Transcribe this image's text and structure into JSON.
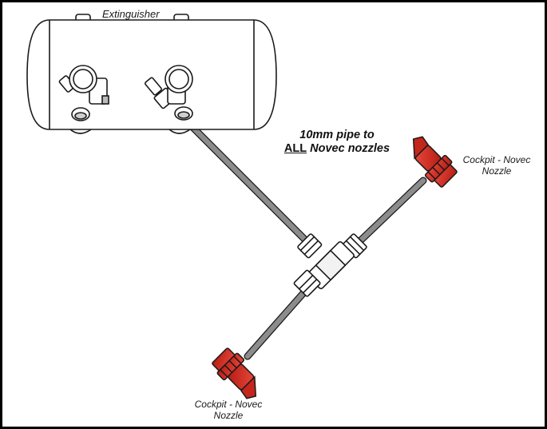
{
  "labels": {
    "extinguisher": "Extinguisher",
    "pipe_line1": "10mm pipe to",
    "pipe_all": "ALL",
    "pipe_rest": " Novec nozzles",
    "nozzle_top_line1": "Cockpit - Novec",
    "nozzle_top_line2": "Nozzle",
    "nozzle_bottom_line1": "Cockpit - Novec",
    "nozzle_bottom_line2": "Nozzle"
  },
  "colors": {
    "pipe": "#8c8c8c",
    "nozzle": "#d4291d",
    "outline": "#1a1a1a"
  },
  "icons": [
    "extinguisher-tank",
    "valve",
    "t-junction-fitting",
    "nozzle"
  ]
}
